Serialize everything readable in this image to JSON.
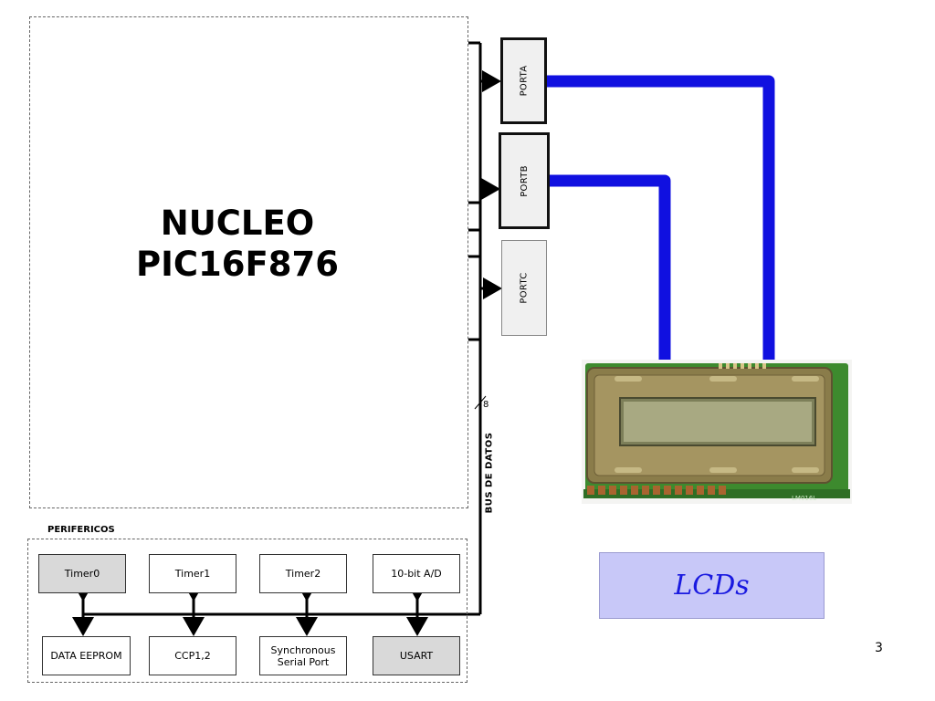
{
  "core": {
    "title_line1": "NUCLEO",
    "title_line2": "PIC16F876"
  },
  "ports": [
    {
      "label": "PORTA",
      "connected": true
    },
    {
      "label": "PORTB",
      "connected": true
    },
    {
      "label": "PORTC",
      "connected": false
    }
  ],
  "bus": {
    "label": "BUS DE DATOS",
    "width": "8"
  },
  "peripherals": {
    "title": "PERIFERICOS",
    "top_row": [
      "Timer0",
      "Timer1",
      "Timer2",
      "10-bit A/D"
    ],
    "bottom_row": [
      "DATA EEPROM",
      "CCP1,2",
      "Synchronous Serial Port",
      "USART"
    ]
  },
  "lcd": {
    "label": "LCDs",
    "module_marking": "LM016L"
  },
  "slide": {
    "page_number": "3"
  },
  "colors": {
    "wire": "#1010e0",
    "lcd_label_bg": "#c8c8f8",
    "lcd_label_text": "#1a1ae0",
    "pcb": "#3d8a2e"
  }
}
